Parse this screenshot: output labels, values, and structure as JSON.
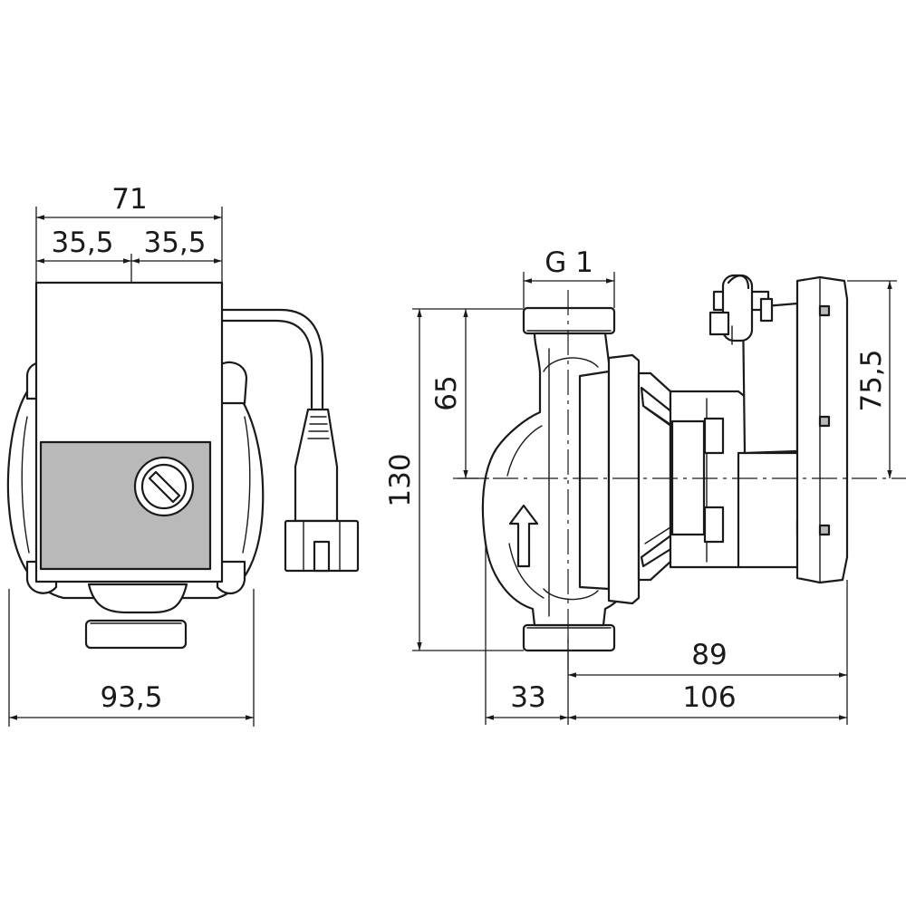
{
  "dimensions": {
    "front_width": "71",
    "front_half_left": "35,5",
    "front_half_right": "35,5",
    "front_overall_width": "93,5",
    "thread": "G 1",
    "port_to_port": "130",
    "half_height": "65",
    "motor_height": "75,5",
    "axis_to_front": "33",
    "axis_to_back": "106",
    "axis_to_module": "89"
  },
  "colors": {
    "line": "#1a1a1a",
    "shading": "#b9b9b9",
    "background": "#ffffff"
  }
}
